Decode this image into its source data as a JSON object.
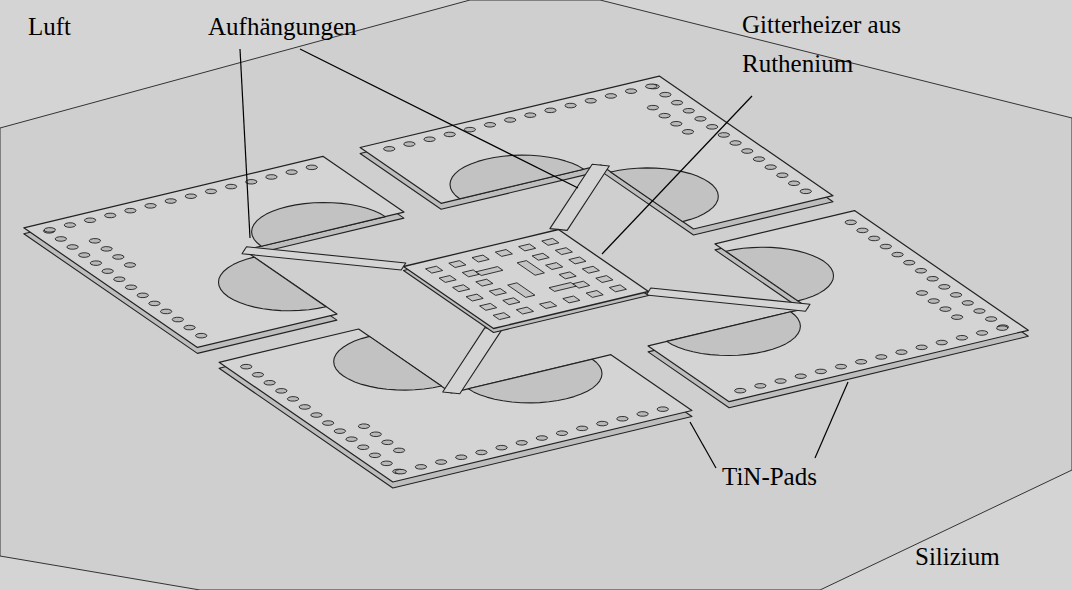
{
  "diagram": {
    "labels": [
      "Luft",
      "Aufhängungen",
      "Gitterheizer aus Ruthenium",
      "TiN-Pads",
      "Silizium"
    ]
  }
}
